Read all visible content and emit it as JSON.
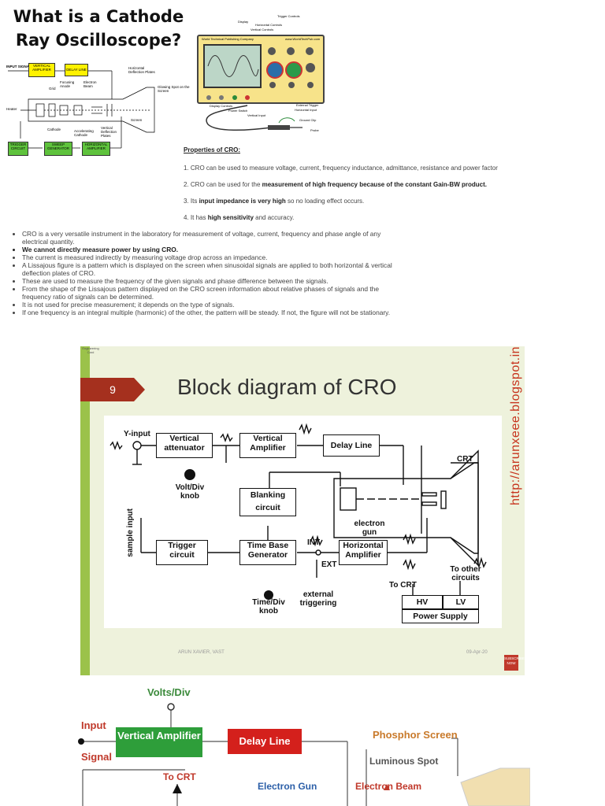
{
  "title": "What is a Cathode Ray Oscilloscope?",
  "diagram1": {
    "input_signal": "INPUT SIGNAL",
    "vertical_amplifier": "VERTICAL AMPLIFIER",
    "delay_line": "DELAY LINE",
    "focusing_anode": "Focusing Anode",
    "electron_beam": "Electron Beam",
    "horizontal_deflection_plates": "Horizontal Deflection Plates",
    "glowing_spot": "Glowing Spot on the Screen",
    "grid": "Grid",
    "heater": "Heater",
    "cathode": "Cathode",
    "accelerating_cathode": "Accelerating Cathode",
    "vertical_deflection_plates": "Vertical Deflection Plates",
    "screen": "Screen",
    "trigger_circuit": "TRIGGER CIRCUIT",
    "sweep_generator": "SWEEP GENERATOR",
    "horizontal_amplifier": "HORIZONTAL AMPLIFIER"
  },
  "device_image": {
    "top_labels": [
      "Trigger Controls",
      "Display",
      "Horizontal Controls",
      "Vertical Controls"
    ],
    "brand_left": "World Technical Publishing Company",
    "brand_right": "www.WorldTechPub.com",
    "left_labels": [
      "Display Controls",
      "Power Switch",
      "Vertical Input"
    ],
    "right_labels": [
      "External Trigger",
      "Horizontal Input",
      "Ground Clip",
      "Probe"
    ]
  },
  "properties": {
    "heading": "Properties of CRO:",
    "items": [
      {
        "pre": "1. CRO can be used to measure voltage, current, frequency inductance, admittance, resistance and power factor",
        "bold": "",
        "post": ""
      },
      {
        "pre": "2. CRO can be used for the ",
        "bold": "measurement of high frequency because of the constant Gain-BW product.",
        "post": ""
      },
      {
        "pre": "3. Its ",
        "bold": "input impedance is very high",
        "post": " so no loading effect occurs."
      },
      {
        "pre": "4. It has ",
        "bold": "high sensitivity",
        "post": " and accuracy."
      }
    ]
  },
  "bullets": [
    "CRO is a very versatile instrument in the laboratory for measurement of voltage, current, frequency and phase angle of any electrical quantity.",
    "We cannot directly measure power by using CRO.",
    "The current is measured indirectly by measuring voltage drop across an impedance.",
    "A Lissajous figure is a pattern which is displayed on the screen when sinusoidal signals are applied to both horizontal & vertical deflection plates of CRO.",
    "These are used to measure the frequency of the given signals and phase difference between the signals.",
    "From the shape of the Lissajous pattern displayed on the CRO screen information about relative phases of signals and the frequency ratio of signals can be determined.",
    "It is not used for precise measurement; it depends on the type of signals.",
    "If one frequency is an integral multiple (harmonic) of the other, the pattern will be steady. If not, the figure will not be stationary."
  ],
  "slide": {
    "number": "9",
    "title": "Block diagram of CRO",
    "url": "http://arunxeee.blogspot.in/",
    "footer_author": "ARUN XAVIER, VAST",
    "footer_date": "09-Apr-20",
    "badge": "SUBSCRIBE NOW",
    "logo": "Engineering Card",
    "diagram": {
      "y_input": "Y-input",
      "vertical_attenuator": "Vertical attenuator",
      "vertical_amplifier": "Vertical Amplifier",
      "delay_line": "Delay Line",
      "crt": "CRT",
      "volt_div_knob": "Volt/Div knob",
      "blanking_circuit": "Blanking circuit",
      "electron_gun": "electron gun",
      "sample_input": "sample input",
      "trigger_circuit": "Trigger circuit",
      "time_base_generator": "Time Base Generator",
      "int": "INT",
      "ext": "EXT",
      "horizontal_amplifier": "Horizontal Amplifier",
      "time_div_knob": "Time/Div knob",
      "external_triggering": "external triggering",
      "to_crt": "To CRT",
      "to_other_circuits": "To other circuits",
      "hv": "HV",
      "lv": "LV",
      "power_supply": "Power Supply"
    }
  },
  "diagram3": {
    "volts_div": "Volts/Div",
    "input": "Input",
    "signal": "Signal",
    "vertical_amplifier": "Vertical Amplifier",
    "delay_line": "Delay Line",
    "phosphor_screen": "Phosphor Screen",
    "luminous_spot": "Luminous Spot",
    "to_crt": "To CRT",
    "electron_gun": "Electron Gun",
    "electron_beam": "Electron Beam"
  }
}
